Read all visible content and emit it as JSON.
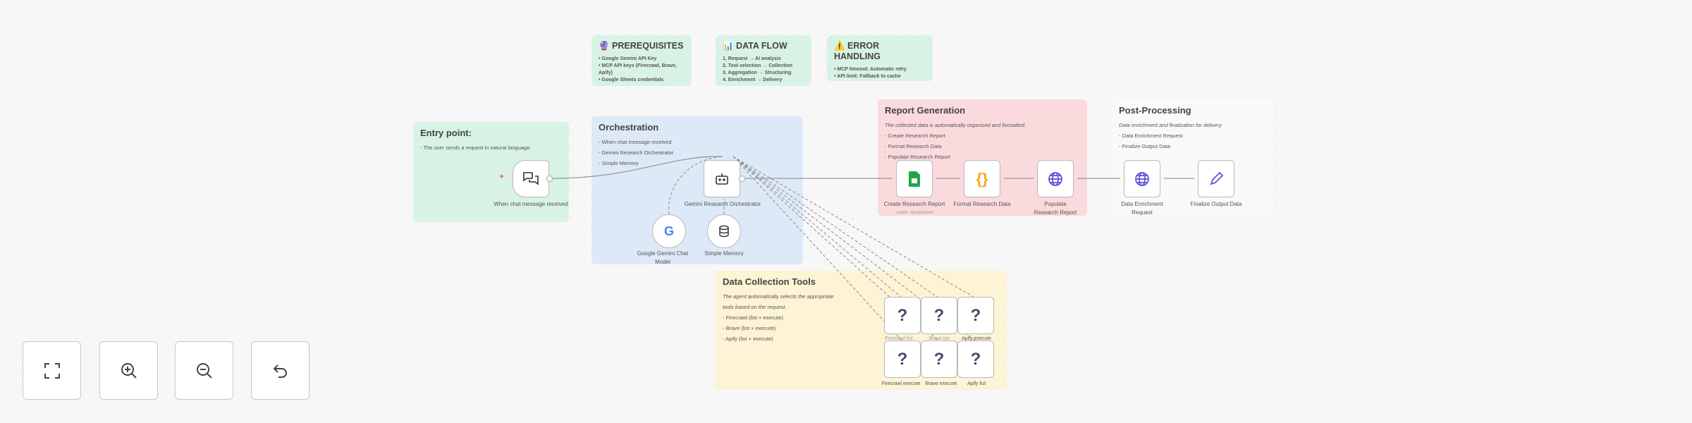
{
  "sticky_notes": {
    "prerequisites": {
      "title": "🔮 PREREQUISITES",
      "items": [
        "• Google Gemini API Key",
        "• MCP API keys (Firecrawl, Brave, Apify)",
        "• Google Sheets credentials"
      ]
    },
    "data_flow": {
      "title": "📊 DATA FLOW",
      "items": [
        "1. Request → AI analysis",
        "2. Tool selection → Collection",
        "3. Aggregation → Structuring",
        "4. Enrichment → Delivery"
      ]
    },
    "error_handling": {
      "title": "⚠️ ERROR HANDLING",
      "items": [
        "• MCP timeout: Automatic retry",
        "• API limit: Fallback to cache"
      ]
    },
    "entry_point": {
      "title": "Entry point:",
      "items": [
        "- The user sends a request in natural language."
      ]
    },
    "orchestration": {
      "title": "Orchestration",
      "items": [
        "- When chat message received",
        "- Gemini Research Orchestrator",
        "- Simple Memory"
      ]
    },
    "report_generation": {
      "title": "Report Generation",
      "subtitle": "The collected data is automatically organized and formatted.",
      "items": [
        "- Create Research Report",
        "- Format Research Data",
        "- Populate Research Report"
      ]
    },
    "post_processing": {
      "title": "Post-Processing",
      "subtitle": "Data enrichment and finalization for delivery",
      "items": [
        "- Data Enrichment Request",
        "- Finalize Output Data"
      ]
    },
    "data_collection": {
      "title": "Data Collection Tools",
      "subtitle": "The agent automatically selects the appropriate tools based on the request.",
      "items": [
        "- Firecrawl (list + execute)",
        "- Brave (list + execute)",
        "- Apify (list + execute)"
      ]
    }
  },
  "nodes": {
    "chat_trigger": {
      "label": "When chat message received",
      "icon": "chat-icon"
    },
    "orchestrator": {
      "label": "Gemini Research Orchestrator",
      "icon": "robot-icon"
    },
    "gemini_model": {
      "label": "Google Gemini Chat Model",
      "icon": "google-icon"
    },
    "memory": {
      "label": "Simple Memory",
      "icon": "database-icon"
    },
    "create_report": {
      "label": "Create Research Report",
      "sublabel": "create: spreadsheet",
      "icon": "google-sheets-icon",
      "color": "#23a547"
    },
    "format_data": {
      "label": "Format Research Data",
      "icon": "code-braces-icon",
      "color": "#f5a623"
    },
    "populate_report": {
      "label": "Populate Research Report",
      "icon": "globe-icon",
      "color": "#5a4fe0"
    },
    "enrichment": {
      "label": "Data Enrichment Request",
      "icon": "globe-icon",
      "color": "#5a4fe0"
    },
    "finalize": {
      "label": "Finalize Output Data",
      "icon": "pencil-icon",
      "color": "#5a4fe0"
    },
    "tools": [
      {
        "label": "Firecrawl list",
        "glyph": "?"
      },
      {
        "label": "Brave list",
        "glyph": "?"
      },
      {
        "label": "Apify execute",
        "glyph": "?"
      },
      {
        "label": "Firecrawl execute",
        "glyph": "?"
      },
      {
        "label": "Brave execute",
        "glyph": "?"
      },
      {
        "label": "Apify list",
        "glyph": "?"
      }
    ]
  },
  "controls": [
    {
      "name": "fit-view",
      "icon": "fit-view-icon"
    },
    {
      "name": "zoom-in",
      "icon": "zoom-in-icon"
    },
    {
      "name": "zoom-out",
      "icon": "zoom-out-icon"
    },
    {
      "name": "undo",
      "icon": "undo-icon"
    }
  ]
}
